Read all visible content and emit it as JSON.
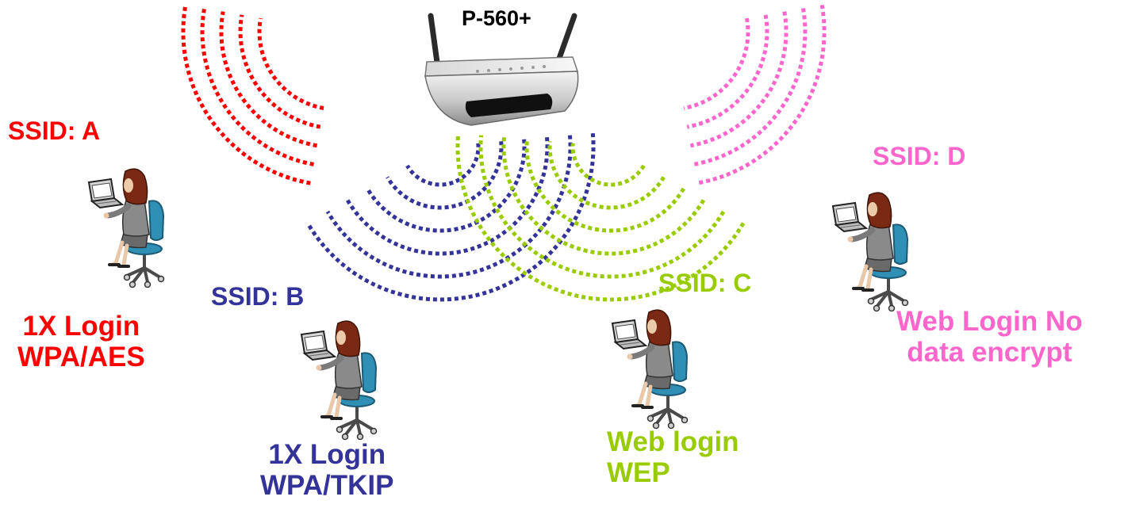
{
  "router": {
    "label": "P-560+"
  },
  "colors": {
    "a": "#ff0000",
    "b": "#333399",
    "c": "#99cc00",
    "d": "#ff66cc"
  },
  "networks": [
    {
      "key": "a",
      "ssid": "SSID: A",
      "login_lines": [
        "1X Login",
        "WPA/AES"
      ]
    },
    {
      "key": "b",
      "ssid": "SSID: B",
      "login_lines": [
        "1X Login",
        "WPA/TKIP"
      ]
    },
    {
      "key": "c",
      "ssid": "SSID: C",
      "login_lines": [
        "Web login",
        "WEP"
      ]
    },
    {
      "key": "d",
      "ssid": "SSID: D",
      "login_lines": [
        "Web Login No",
        "data encrypt"
      ]
    }
  ],
  "icons": {
    "router": "wireless-router-icon",
    "user": "person-at-laptop-icon"
  }
}
